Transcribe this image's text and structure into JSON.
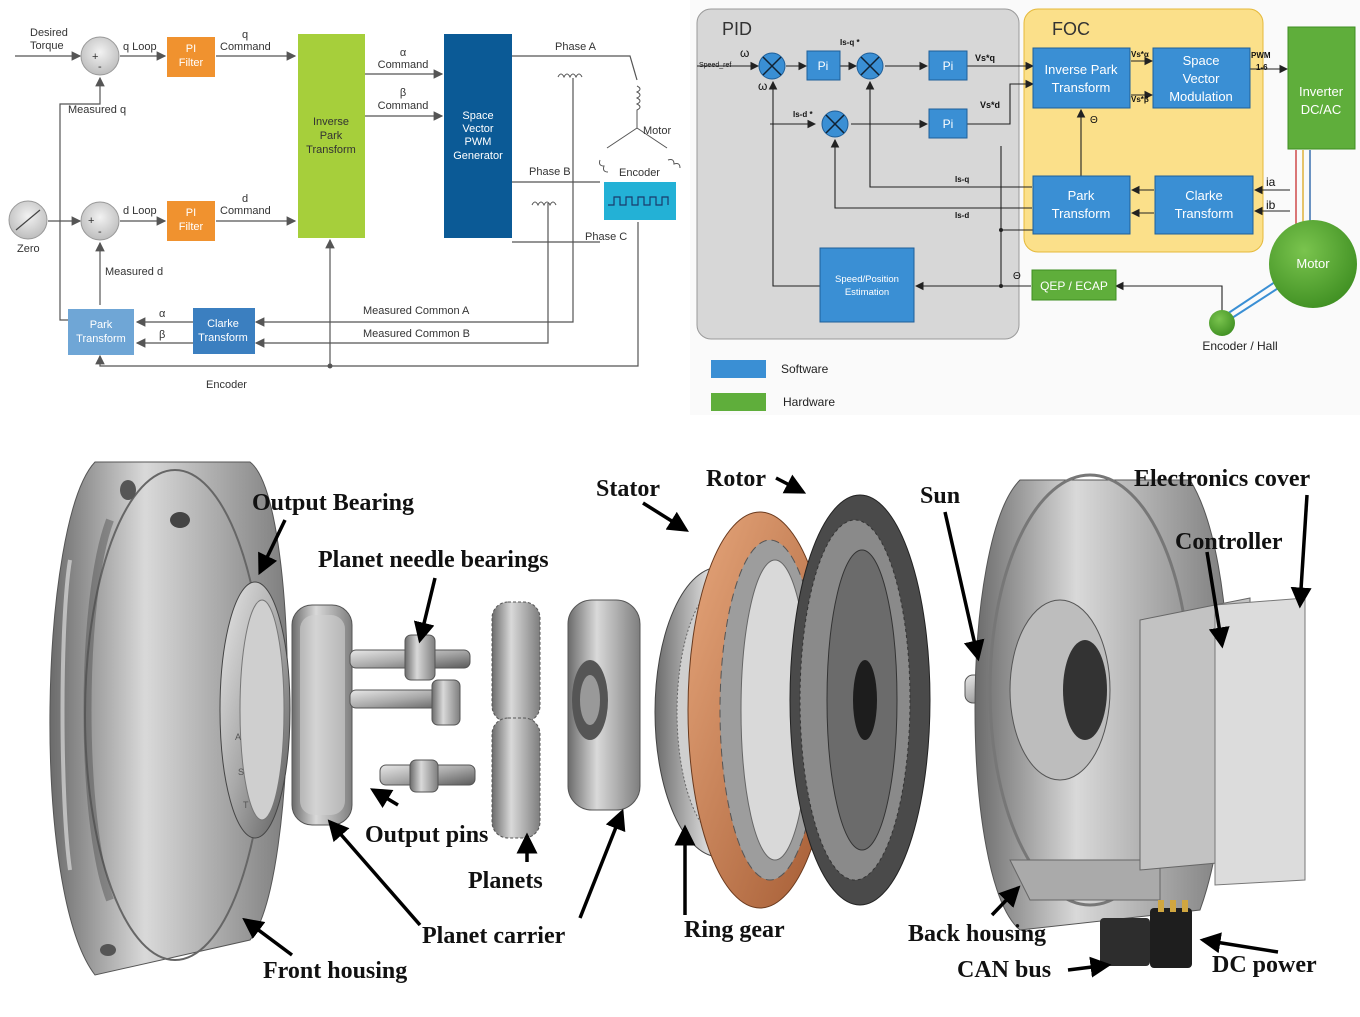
{
  "left_diagram": {
    "desired_torque": [
      "Desired",
      "Torque"
    ],
    "q_loop": "q Loop",
    "d_loop": "d Loop",
    "pi_filter": [
      "PI",
      "Filter"
    ],
    "q_command": [
      "q",
      "Command"
    ],
    "d_command": [
      "d",
      "Command"
    ],
    "measured_q": "Measured q",
    "measured_d": "Measured d",
    "zero": "Zero",
    "inverse_park": [
      "Inverse",
      "Park",
      "Transform"
    ],
    "alpha_command": [
      "α",
      "Command"
    ],
    "beta_command": [
      "β",
      "Command"
    ],
    "svpwm": [
      "Space",
      "Vector",
      "PWM",
      "Generator"
    ],
    "phase_a": "Phase A",
    "phase_b": "Phase B",
    "phase_c": "Phase C",
    "motor": "Motor",
    "encoder_box": "Encoder",
    "park": [
      "Park",
      "Transform"
    ],
    "clarke": [
      "Clarke",
      "Transform"
    ],
    "alpha": "α",
    "beta": "β",
    "measured_common_a": "Measured Common A",
    "measured_common_b": "Measured Common B",
    "encoder_line": "Encoder",
    "plus": "+",
    "minus": "-"
  },
  "right_diagram": {
    "pid_title": "PID",
    "foc_title": "FOC",
    "speed_ref": "Speed_ref",
    "omega_star": "ω",
    "omega": "ω",
    "pi": "Pi",
    "isq_star": "Is-q *",
    "isd_star": "Is-d *",
    "vsq": "Vs*q",
    "vsd": "Vs*d",
    "vs_alpha": "Vs*α",
    "vs_beta": "Vs*β",
    "inverse_park": [
      "Inverse Park",
      "Transform"
    ],
    "svm": [
      "Space",
      "Vector",
      "Modulation"
    ],
    "pwm": [
      "PWM",
      "1-6"
    ],
    "inverter": [
      "Inverter",
      "DC/AC"
    ],
    "theta": "Θ",
    "theta2": "Θ",
    "isq": "Is-q",
    "isd": "Is-d",
    "park": [
      "Park",
      "Transform"
    ],
    "clarke": [
      "Clarke",
      "Transform"
    ],
    "ia": "ia",
    "ib": "ib",
    "motor": "Motor",
    "speed_est": [
      "Speed/Position",
      "Estimation"
    ],
    "qep": "QEP / ECAP",
    "encoder_hall": "Encoder / Hall",
    "legend": [
      {
        "label": "Software",
        "color": "#3a8fd4"
      },
      {
        "label": "Hardware",
        "color": "#5fae3b"
      }
    ]
  },
  "exploded_view": {
    "labels": {
      "output_bearing": "Output Bearing",
      "planet_needle_bearings": "Planet needle bearings",
      "output_pins": "Output pins",
      "planets": "Planets",
      "planet_carrier": "Planet carrier",
      "front_housing": "Front housing",
      "stator": "Stator",
      "rotor": "Rotor",
      "ring_gear": "Ring gear",
      "sun": "Sun",
      "electronics_cover": "Electronics cover",
      "controller": "Controller",
      "back_housing": "Back housing",
      "can_bus": "CAN bus",
      "dc_power": "DC power"
    },
    "bearing_marks": [
      "A",
      "S",
      "T"
    ]
  },
  "colors": {
    "pi_orange": "#f0922f",
    "inv_park_green": "#a6cf3b",
    "svpwm_blue": "#0b5a96",
    "park_lightblue": "#6fa6d6",
    "clarke_blue": "#3b7fc0",
    "foc_yellow": "#fbe08a",
    "pid_gray": "#d7d7d7",
    "software_blue": "#3a8fd4",
    "hardware_green": "#5fae3b"
  }
}
